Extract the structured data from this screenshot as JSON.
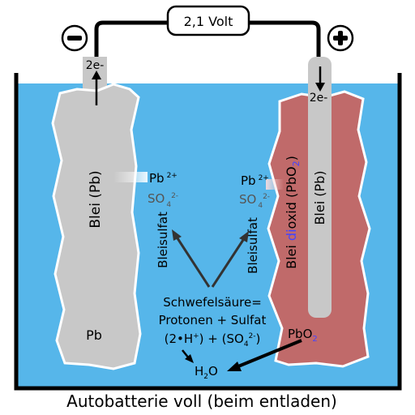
{
  "voltage": "2,1 Volt",
  "terminals": {
    "negative": "−",
    "positive": "+"
  },
  "electrons": {
    "left": "2e-",
    "right": "2e-"
  },
  "left_plate": {
    "label": "Blei (Pb)",
    "material": "Pb"
  },
  "right_plate": {
    "coating_prefix": "Blei ",
    "coating_di": "di",
    "coating_oxid": "oxid (PbO",
    "coating_sub": "2",
    "coating_close": ")",
    "core_label": "Blei (Pb)",
    "material_main": "PbO",
    "material_sub": "2"
  },
  "ions_left": {
    "pb": "Pb",
    "pb_charge": "2+",
    "so": "SO",
    "so_sub": "4",
    "so_charge": "2-"
  },
  "ions_right": {
    "pb": "Pb",
    "pb_charge": "2+",
    "so": "SO",
    "so_sub": "4",
    "so_charge": "2-"
  },
  "sulfate_left": "Bleisulfat",
  "sulfate_right": "Bleisulfat",
  "acid": {
    "line1": "Schwefelsäure=",
    "line2": "Protonen + Sulfat",
    "line3_a": "(2•H",
    "line3_b": "+",
    "line3_c": ") + (SO",
    "line3_d": "4",
    "line3_e": "2-",
    "line3_f": ")"
  },
  "water": {
    "h": "H",
    "sub": "2",
    "o": "O"
  },
  "caption": "Autobatterie voll (beim entladen)",
  "colors": {
    "electrolyte": "#56b6ea",
    "lead": "#c8c8c8",
    "lead_dioxide": "#c06a6a",
    "dioxide_accent": "#4444ff"
  }
}
